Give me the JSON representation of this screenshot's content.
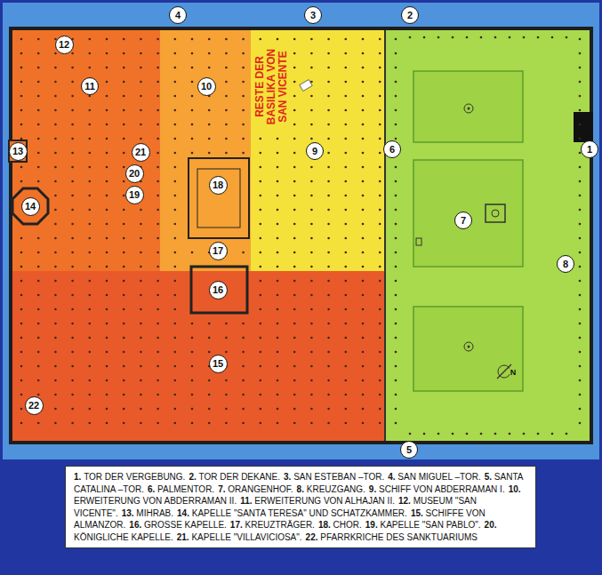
{
  "diagram": {
    "nodes": [
      {
        "text": [
          "4"
        ]
      },
      {
        "text": [
          "3"
        ]
      },
      {
        "text": [
          "2"
        ]
      },
      {
        "text": [
          "12"
        ]
      },
      {
        "text": [
          "11"
        ]
      },
      {
        "text": [
          "10"
        ]
      },
      {
        "text": [
          "13"
        ]
      },
      {
        "text": [
          "21"
        ]
      },
      {
        "text": [
          "9"
        ]
      },
      {
        "text": [
          "6"
        ]
      },
      {
        "text": [
          "1"
        ]
      },
      {
        "text": [
          "20"
        ]
      },
      {
        "text": [
          "18"
        ]
      },
      {
        "text": [
          "19"
        ]
      },
      {
        "text": [
          "14"
        ]
      },
      {
        "text": [
          "7"
        ]
      },
      {
        "text": [
          "17"
        ]
      },
      {
        "text": [
          "8"
        ]
      },
      {
        "text": [
          "16"
        ]
      },
      {
        "text": [
          "15"
        ]
      },
      {
        "text": [
          "22"
        ]
      },
      {
        "text": [
          "5"
        ]
      },
      {
        "text": [
          "1. TOR DER VERGEBUNG.",
          "2. TOR DER DEKANE.",
          "3. SAN ESTEBAN –TOR.",
          "4. SAN MIGUEL –TOR.",
          "5. SANTA CATALINA –TOR.",
          "6. PALMENTOR.",
          "7. ORANGENHOF.",
          "8. KREUZGANG.",
          "9. SCHIFF VON ABDERRAMAN I.",
          "10. ERWEITERUNG VON ABDERRAMAN II.",
          "11. ERWEITERUNG VON ALHAJAN II.",
          "12. MUSEUM \"SAN VICENTE\".",
          "13. MIHRAB.",
          "14. KAPELLE \"SANTA TERESA\" UND SCHATZKAMMER.",
          "15. SCHIFFE VON ALMANZOR.",
          "16. GROSSE KAPELLE.",
          "17. KREUZTRÄGER.",
          "18. CHOR.",
          "19. KAPELLE \"SAN PABLO\".",
          "20. KÖNIGLICHE KAPELLE.",
          "21. KAPELLE \"VILLAVICIOSA\".",
          "22. PFARRKRICHE DES SANKTUARIUMS"
        ]
      }
    ],
    "labels": [
      "RESTE DER BASILIKA VON SAN VICENTE",
      "N"
    ]
  }
}
